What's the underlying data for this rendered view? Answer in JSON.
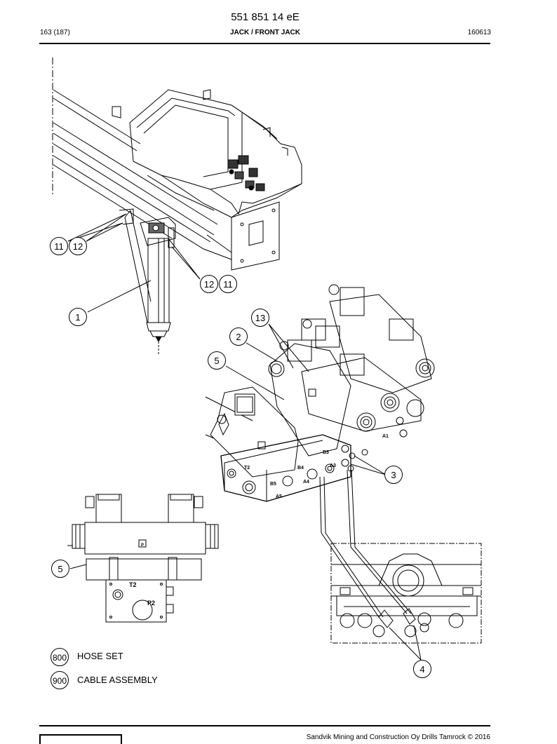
{
  "header": {
    "doc_number": "551 851 14 eE",
    "page": "163 (187)",
    "title": "JACK / FRONT JACK",
    "date_code": "160613"
  },
  "callouts": {
    "c1": "1",
    "c2": "2",
    "c3": "3",
    "c4": "4",
    "c5": "5",
    "c11": "11",
    "c12": "12",
    "c13": "13"
  },
  "port_labels": {
    "a1": "A1",
    "a3": "A3",
    "a4": "A4",
    "a5": "A5",
    "b3": "B3",
    "b4": "B4",
    "b5": "B5",
    "t2": "T2",
    "p2": "P2",
    "p": "P"
  },
  "legend": [
    {
      "num": "800",
      "text": "HOSE SET"
    },
    {
      "num": "900",
      "text": "CABLE ASSEMBLY"
    }
  ],
  "footer": {
    "copyright": "Sandvik Mining and Construction Oy Drills Tamrock © 2016"
  }
}
